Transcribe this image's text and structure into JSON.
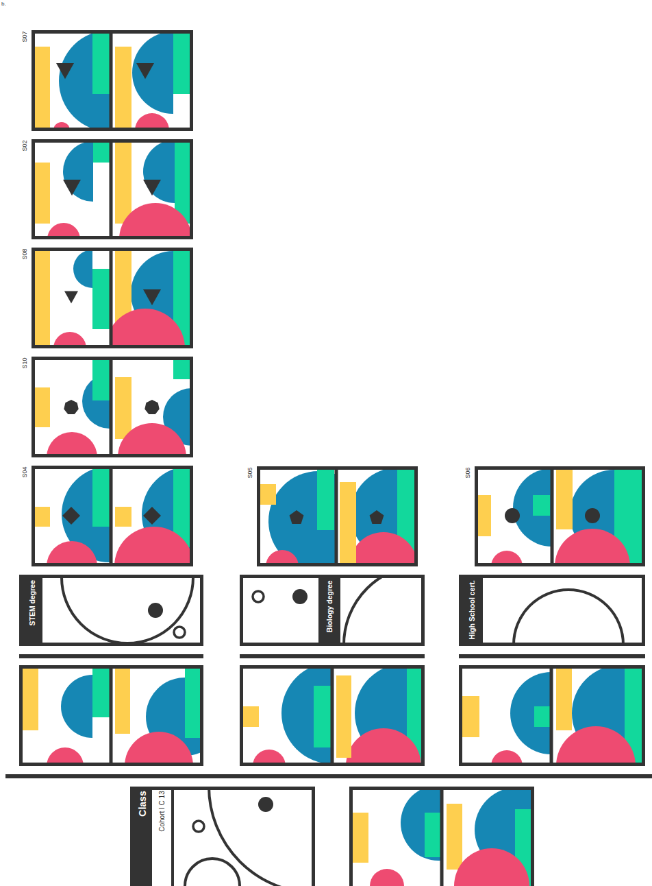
{
  "diagram": {
    "nodes": [
      {
        "text": [
          "S07"
        ]
      },
      {
        "text": [
          "S02"
        ]
      },
      {
        "text": [
          "S08"
        ]
      },
      {
        "text": [
          "S10"
        ]
      },
      {
        "text": [
          "S04"
        ]
      },
      {
        "text": [
          "S05"
        ]
      },
      {
        "text": [
          "S06"
        ]
      },
      {
        "text": [
          "STEM degree"
        ]
      },
      {
        "text": [
          "Biology degree"
        ]
      },
      {
        "text": [
          "High School cert."
        ]
      },
      {
        "text": [
          "Class",
          "Cohort I C 13"
        ]
      }
    ],
    "labels": [
      "b."
    ]
  }
}
